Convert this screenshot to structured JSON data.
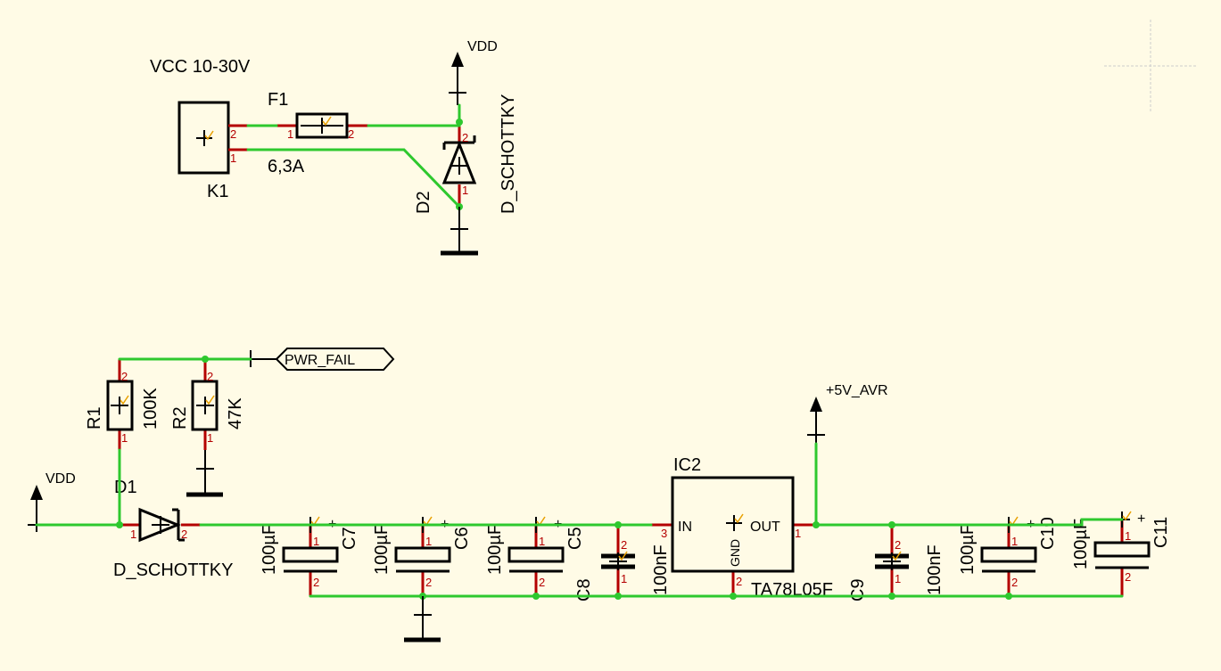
{
  "colors": {
    "wire": "#2ec82e",
    "pin": "#b40000",
    "background": "#fffbe6",
    "symbol": "#000000",
    "origin_mark": "#cccccc"
  },
  "supply": {
    "vcc_label": "VCC 10-30V",
    "vdd_top": "VDD",
    "vdd_left": "VDD",
    "avr_label": "+5V_AVR"
  },
  "connector": {
    "name": "K1",
    "pin_top": "2",
    "pin_bottom": "1"
  },
  "fuse": {
    "name": "F1",
    "value": "6,3A",
    "pin_left": "1",
    "pin_right": "2"
  },
  "d2": {
    "name": "D2",
    "value": "D_SCHOTTKY",
    "pin_top": "2",
    "pin_bottom": "1"
  },
  "r1": {
    "name": "R1",
    "value": "100K",
    "pin_top": "2",
    "pin_bottom": "1"
  },
  "r2": {
    "name": "R2",
    "value": "47K",
    "pin_top": "2",
    "pin_bottom": "1"
  },
  "netlabel": {
    "text": "PWR_FAIL"
  },
  "d1": {
    "name": "D1",
    "value": "D_SCHOTTKY",
    "pin_left": "1",
    "pin_right": "2"
  },
  "c7": {
    "name": "C7",
    "value": "100µF",
    "pin1": "1",
    "pin2": "2",
    "plus": "+"
  },
  "c6": {
    "name": "C6",
    "value": "100µF",
    "pin1": "1",
    "pin2": "2",
    "plus": "+"
  },
  "c5": {
    "name": "C5",
    "value": "100µF",
    "pin1": "1",
    "pin2": "2",
    "plus": "+"
  },
  "c8": {
    "name": "C8",
    "value": "100nF",
    "pin1": "1",
    "pin2": "2"
  },
  "ic2": {
    "name": "IC2",
    "part": "TA78L05F",
    "in": "IN",
    "out": "OUT",
    "gnd": "GND",
    "pin_in": "3",
    "pin_out": "1",
    "pin_gnd": "2"
  },
  "c9": {
    "name": "C9",
    "value": "100nF",
    "pin1": "1",
    "pin2": "2"
  },
  "c10": {
    "name": "C10",
    "value": "100µF",
    "pin1": "1",
    "pin2": "2",
    "plus": "+"
  },
  "c11": {
    "name": "C11",
    "value": "100µF",
    "pin1": "1",
    "pin2": "2",
    "plus": "+"
  }
}
